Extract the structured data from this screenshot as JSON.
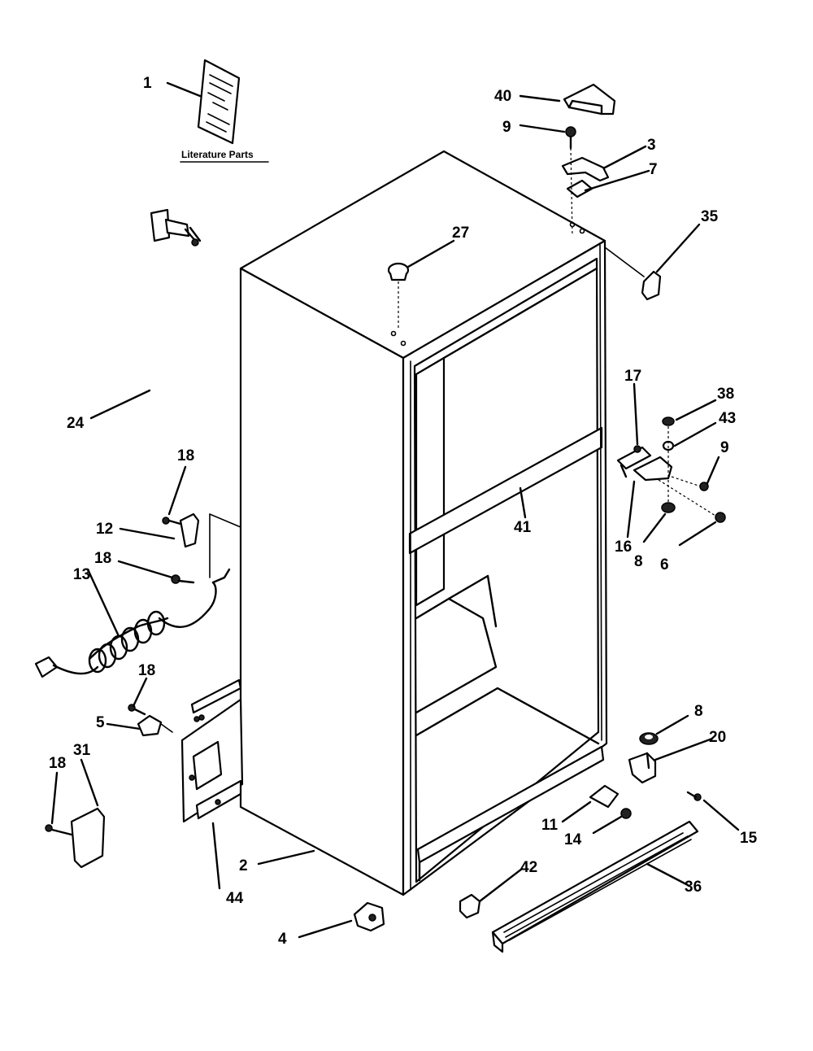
{
  "literature_caption": "Literature Parts",
  "callouts": [
    {
      "id": "c1",
      "label": "1"
    },
    {
      "id": "c40",
      "label": "40"
    },
    {
      "id": "c9a",
      "label": "9"
    },
    {
      "id": "c3",
      "label": "3"
    },
    {
      "id": "c7",
      "label": "7"
    },
    {
      "id": "c35",
      "label": "35"
    },
    {
      "id": "c27",
      "label": "27"
    },
    {
      "id": "c24",
      "label": "24"
    },
    {
      "id": "c17",
      "label": "17"
    },
    {
      "id": "c38",
      "label": "38"
    },
    {
      "id": "c43",
      "label": "43"
    },
    {
      "id": "c9b",
      "label": "9"
    },
    {
      "id": "c18a",
      "label": "18"
    },
    {
      "id": "c12",
      "label": "12"
    },
    {
      "id": "c41",
      "label": "41"
    },
    {
      "id": "c16",
      "label": "16"
    },
    {
      "id": "c8a",
      "label": "8"
    },
    {
      "id": "c6",
      "label": "6"
    },
    {
      "id": "c18b",
      "label": "18"
    },
    {
      "id": "c13",
      "label": "13"
    },
    {
      "id": "c18c",
      "label": "18"
    },
    {
      "id": "c5",
      "label": "5"
    },
    {
      "id": "c8b",
      "label": "8"
    },
    {
      "id": "c20",
      "label": "20"
    },
    {
      "id": "c18d",
      "label": "18"
    },
    {
      "id": "c31",
      "label": "31"
    },
    {
      "id": "c11",
      "label": "11"
    },
    {
      "id": "c15",
      "label": "15"
    },
    {
      "id": "c14",
      "label": "14"
    },
    {
      "id": "c2",
      "label": "2"
    },
    {
      "id": "c42",
      "label": "42"
    },
    {
      "id": "c36",
      "label": "36"
    },
    {
      "id": "c44",
      "label": "44"
    },
    {
      "id": "c4",
      "label": "4"
    }
  ]
}
